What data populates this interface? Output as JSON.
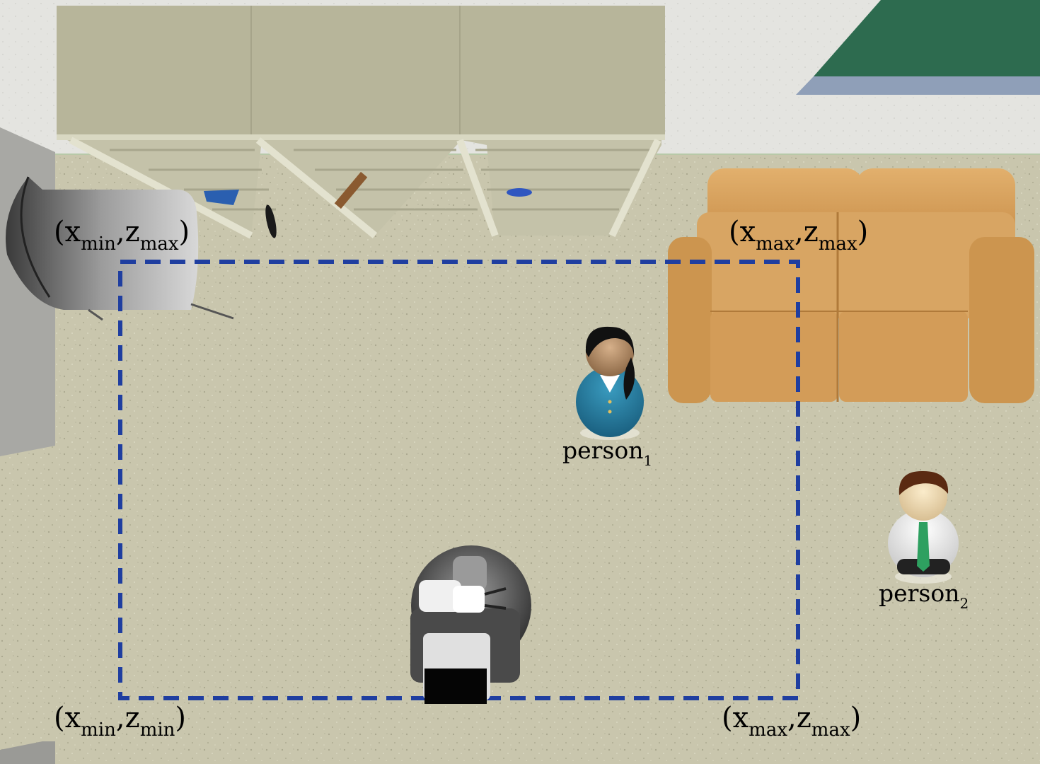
{
  "corner_labels": {
    "top_left": {
      "open": "(x",
      "s1": "min",
      "mid": ",z",
      "s2": "max",
      "close": ")"
    },
    "top_right": {
      "open": "(x",
      "s1": "max",
      "mid": ",z",
      "s2": "max",
      "close": ")"
    },
    "bottom_left": {
      "open": "(x",
      "s1": "min",
      "mid": ",z",
      "s2": "min",
      "close": ")"
    },
    "bottom_right": {
      "open": "(x",
      "s1": "max",
      "mid": ",z",
      "s2": "max",
      "close": ")"
    }
  },
  "persons": [
    {
      "name": "person",
      "sub": "1"
    },
    {
      "name": "person",
      "sub": "2"
    }
  ],
  "colors": {
    "floor": "#c9c6ad",
    "wall_top": "#e6e6e2",
    "shelf": "#b7b59a",
    "sofa": "#d4a060",
    "boundary": "#1f3ea0",
    "rug": "#2d6b4f",
    "robot": "#555555"
  },
  "icons": [
    "chair-icon",
    "shelf-icon",
    "sofa-icon",
    "robot-icon",
    "person-female-icon",
    "person-male-icon"
  ]
}
